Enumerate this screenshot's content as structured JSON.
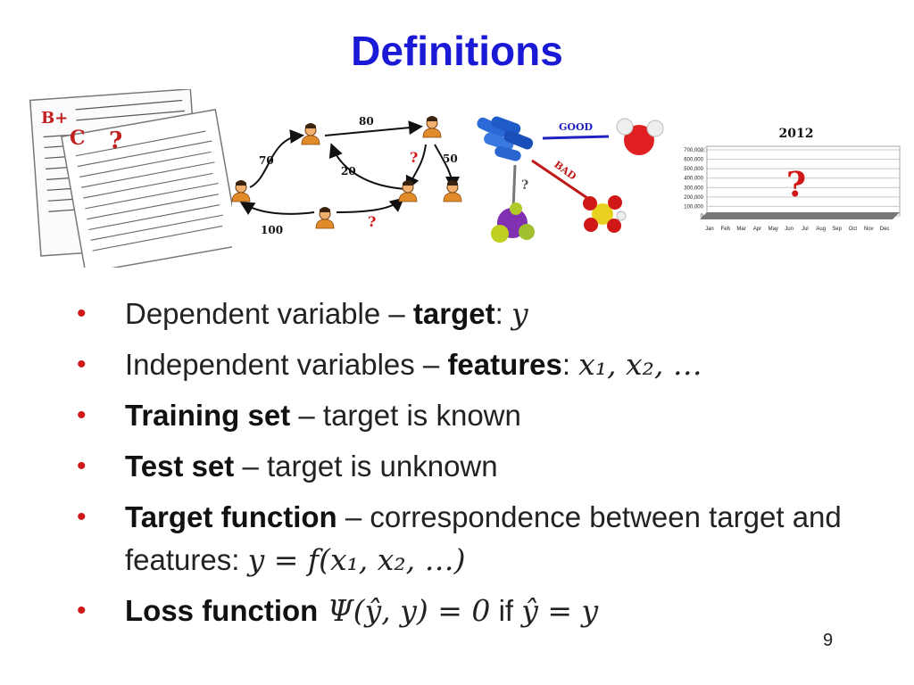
{
  "slide": {
    "title": "Definitions",
    "page_number": "9"
  },
  "illustrations": {
    "grades": {
      "marks": [
        "B+",
        "C",
        "?"
      ]
    },
    "graph": {
      "weights": [
        "70",
        "80",
        "20",
        "50",
        "100"
      ],
      "unknowns": [
        "?",
        "?"
      ]
    },
    "molecules": {
      "good_label": "GOOD",
      "bad_label": "BAD",
      "unknown": "?"
    },
    "forecast_chart": {
      "year": "2012",
      "unknown": "?",
      "y_ticks": [
        "700,000",
        "600,000",
        "500,000",
        "400,000",
        "300,000",
        "200,000",
        "100,000",
        "0"
      ],
      "months": [
        "Jan",
        "Feb",
        "Mar",
        "Apr",
        "May",
        "Jun",
        "Jul",
        "Aug",
        "Sep",
        "Oct",
        "Nov",
        "Dec"
      ]
    }
  },
  "bullets": [
    {
      "plain1": "Dependent variable – ",
      "bold": "target",
      "plain2": ": ",
      "math": "y"
    },
    {
      "plain1": "Independent variables – ",
      "bold": "features",
      "plain2": ": ",
      "math": "x₁, x₂, …"
    },
    {
      "bold": "Training set",
      "plain": " – target is known"
    },
    {
      "bold": "Test set",
      "plain": " – target is unknown"
    },
    {
      "bold": "Target function",
      "plain": " – correspondence between target and features: ",
      "math": "y = f(x₁, x₂, …)"
    },
    {
      "bold": "Loss function",
      "math1": " Ψ(ŷ, y) = 0",
      "plain": " if ",
      "math2": "ŷ = y"
    }
  ],
  "colors": {
    "title": "#1a1ad6",
    "bullet": "#d01818",
    "question": "#d01818"
  }
}
